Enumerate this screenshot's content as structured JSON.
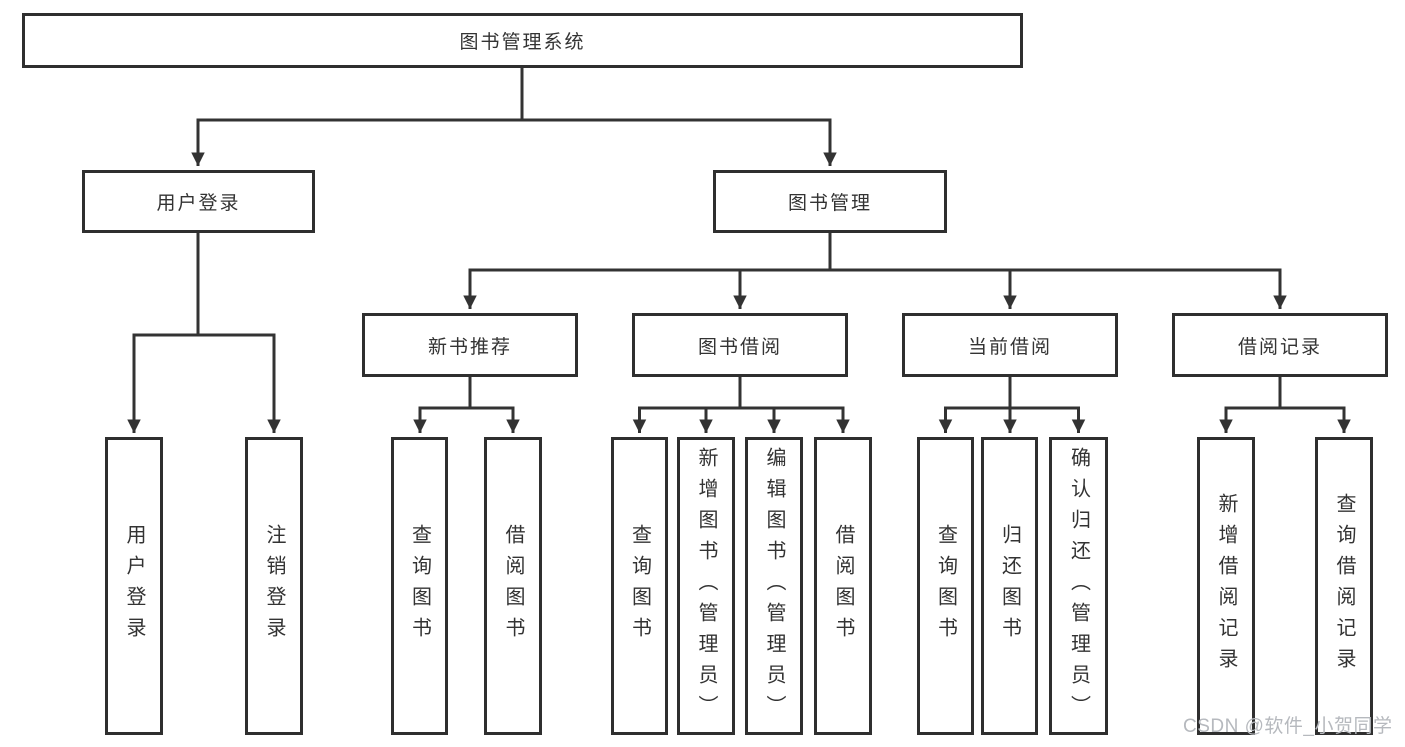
{
  "diagram": {
    "root": {
      "label": "图书管理系统"
    },
    "branches": [
      {
        "label": "用户登录",
        "children": [
          {
            "label": "用户登录"
          },
          {
            "label": "注销登录"
          }
        ]
      },
      {
        "label": "图书管理",
        "children": [
          {
            "label": "新书推荐",
            "children": [
              {
                "label": "查询图书"
              },
              {
                "label": "借阅图书"
              }
            ]
          },
          {
            "label": "图书借阅",
            "children": [
              {
                "label": "查询图书"
              },
              {
                "label": "新增图书（管理员）"
              },
              {
                "label": "编辑图书（管理员）"
              },
              {
                "label": "借阅图书"
              }
            ]
          },
          {
            "label": "当前借阅",
            "children": [
              {
                "label": "查询图书"
              },
              {
                "label": "归还图书"
              },
              {
                "label": "确认归还（管理员）"
              }
            ]
          },
          {
            "label": "借阅记录",
            "children": [
              {
                "label": "新增借阅记录"
              },
              {
                "label": "查询借阅记录"
              }
            ]
          }
        ]
      }
    ]
  },
  "watermark": {
    "text": "CSDN @软件_小贺同学"
  },
  "colors": {
    "line": "#333333",
    "box_border": "#2f2f2f",
    "text": "#333333",
    "watermark": "#b6b9be",
    "background": "#ffffff"
  }
}
